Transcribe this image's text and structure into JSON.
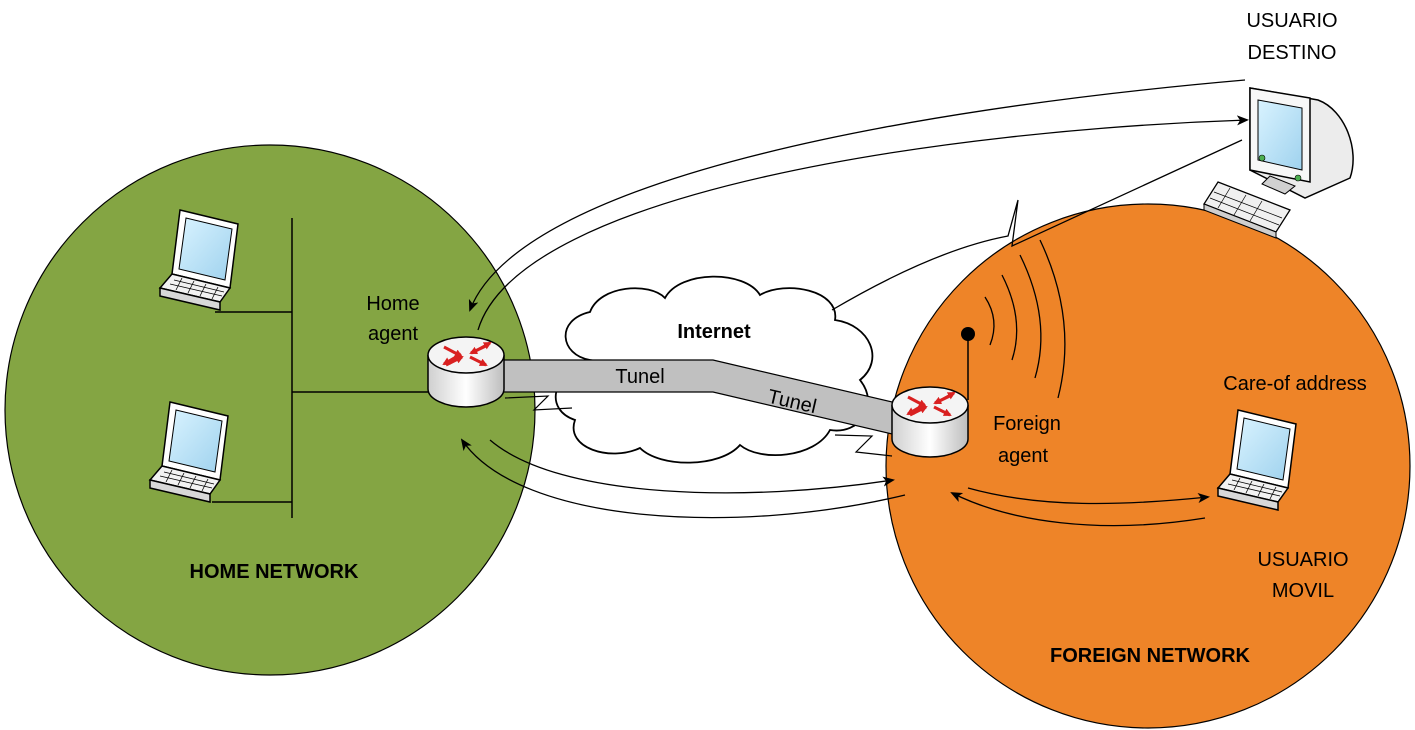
{
  "colors": {
    "home_network": "#84a543",
    "foreign_network": "#ee8428",
    "tunnel": "#c0c0c0",
    "router_arrow": "#d92020"
  },
  "labels": {
    "usuario_destino_1": "USUARIO",
    "usuario_destino_2": "DESTINO",
    "home_agent_1": "Home",
    "home_agent_2": "agent",
    "internet": "Internet",
    "tunel_1": "Tunel",
    "tunel_2": "Tunel",
    "foreign_agent_1": "Foreign",
    "foreign_agent_2": "agent",
    "care_of_address": "Care-of address",
    "usuario_movil_1": "USUARIO",
    "usuario_movil_2": "MOVIL",
    "home_network": "HOME NETWORK",
    "foreign_network": "FOREIGN NETWORK"
  },
  "icons": [
    "laptop-icon",
    "router-icon",
    "cloud-icon",
    "desktop-computer-icon",
    "antenna-icon",
    "wireless-signal-icon"
  ]
}
